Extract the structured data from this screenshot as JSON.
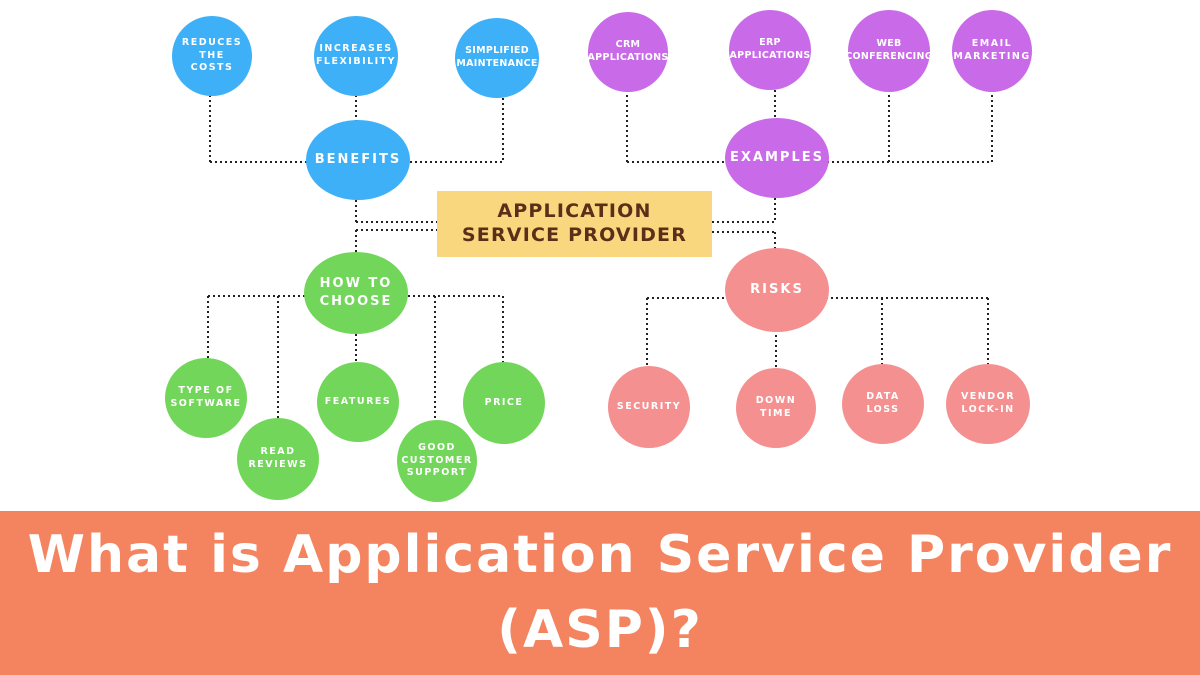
{
  "colors": {
    "benefits": "#3db0f7",
    "examples": "#c96ae8",
    "choose": "#72d65a",
    "risks": "#f59090",
    "center_fill": "#f9d77e",
    "center_text": "#5b2e1a",
    "banner": "#f4845f"
  },
  "center": {
    "label": "APPLICATION\nSERVICE PROVIDER"
  },
  "benefits": {
    "label": "BENEFITS",
    "items": [
      {
        "label": "REDUCES\nTHE\nCOSTS"
      },
      {
        "label": "INCREASES\nFLEXIBILITY"
      },
      {
        "label": "SIMPLIFIED\nMAINTENANCE"
      }
    ]
  },
  "examples": {
    "label": "EXAMPLES",
    "items": [
      {
        "label": "CRM\nAPPLICATIONS"
      },
      {
        "label": "ERP\nAPPLICATIONS"
      },
      {
        "label": "WEB\nCONFERENCING"
      },
      {
        "label": "EMAIL\nMARKETING"
      }
    ]
  },
  "choose": {
    "label": "HOW TO\nCHOOSE",
    "items": [
      {
        "label": "TYPE OF\nSOFTWARE"
      },
      {
        "label": "READ\nREVIEWS"
      },
      {
        "label": "FEATURES"
      },
      {
        "label": "GOOD\nCUSTOMER\nSUPPORT"
      },
      {
        "label": "PRICE"
      }
    ]
  },
  "risks": {
    "label": "RISKS",
    "items": [
      {
        "label": "SECURITY"
      },
      {
        "label": "DOWN\nTIME"
      },
      {
        "label": "DATA\nLOSS"
      },
      {
        "label": "VENDOR\nLOCK-IN"
      }
    ]
  },
  "banner": {
    "title": "What is Application Service Provider (ASP)?"
  }
}
